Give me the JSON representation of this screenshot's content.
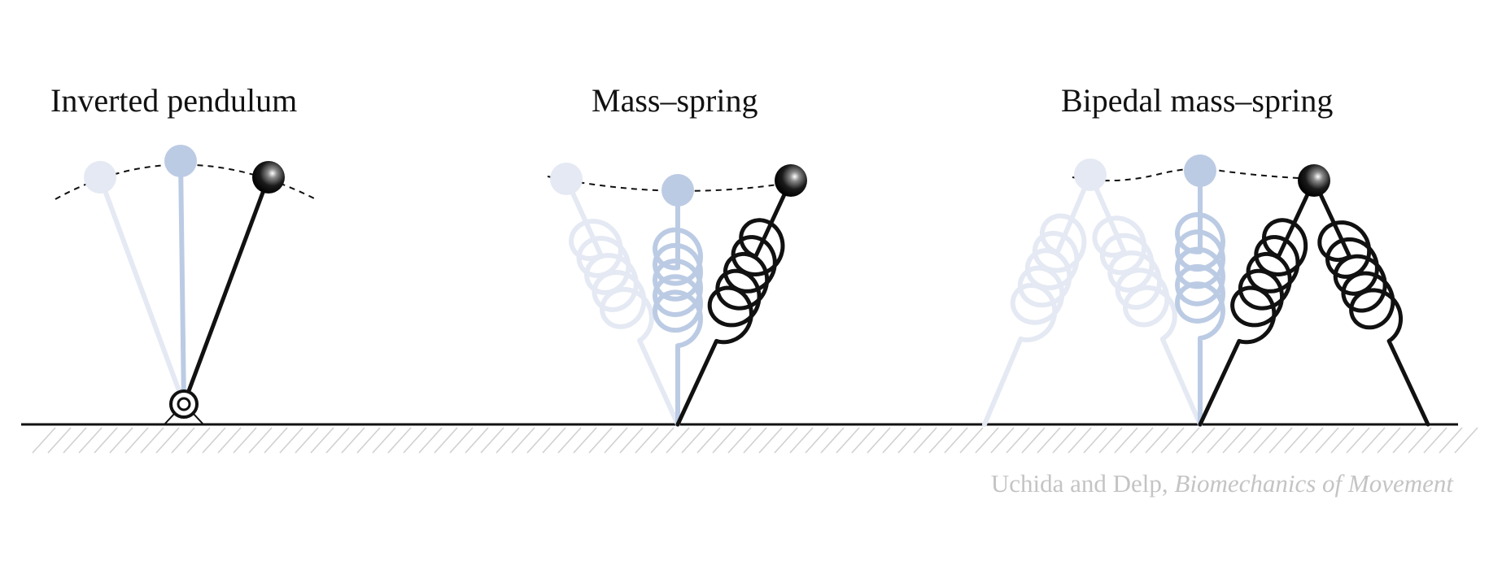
{
  "panels": [
    {
      "title": "Inverted pendulum"
    },
    {
      "title": "Mass–spring"
    },
    {
      "title": "Bipedal mass–spring"
    }
  ],
  "credit": {
    "authors": "Uchida and Delp,",
    "source": "Biomechanics of Movement"
  },
  "colors": {
    "line": "#111111",
    "ghost_light": "#e4e9f3",
    "ghost_mid": "#bccbe4",
    "credit_text": "#c4c4c4"
  }
}
